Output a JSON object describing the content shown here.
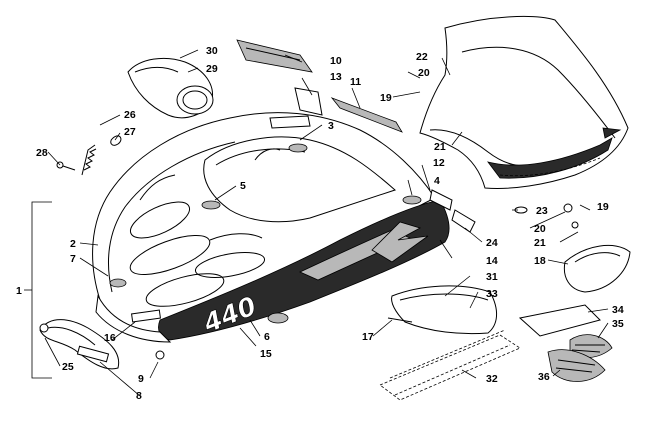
{
  "diagram": {
    "decal_text": "440",
    "callouts": [
      {
        "id": "c1",
        "label": "1"
      },
      {
        "id": "c2",
        "label": "2"
      },
      {
        "id": "c3",
        "label": "3"
      },
      {
        "id": "c4",
        "label": "4"
      },
      {
        "id": "c5",
        "label": "5"
      },
      {
        "id": "c6",
        "label": "6"
      },
      {
        "id": "c7",
        "label": "7"
      },
      {
        "id": "c8",
        "label": "8"
      },
      {
        "id": "c9",
        "label": "9"
      },
      {
        "id": "c10",
        "label": "10"
      },
      {
        "id": "c11",
        "label": "11"
      },
      {
        "id": "c12",
        "label": "12"
      },
      {
        "id": "c13",
        "label": "13"
      },
      {
        "id": "c14",
        "label": "14"
      },
      {
        "id": "c15",
        "label": "15"
      },
      {
        "id": "c16",
        "label": "16"
      },
      {
        "id": "c17",
        "label": "17"
      },
      {
        "id": "c18",
        "label": "18"
      },
      {
        "id": "c19a",
        "label": "19"
      },
      {
        "id": "c19b",
        "label": "19"
      },
      {
        "id": "c20a",
        "label": "20"
      },
      {
        "id": "c20b",
        "label": "20"
      },
      {
        "id": "c21a",
        "label": "21"
      },
      {
        "id": "c21b",
        "label": "21"
      },
      {
        "id": "c22",
        "label": "22"
      },
      {
        "id": "c23",
        "label": "23"
      },
      {
        "id": "c24",
        "label": "24"
      },
      {
        "id": "c25",
        "label": "25"
      },
      {
        "id": "c26",
        "label": "26"
      },
      {
        "id": "c27",
        "label": "27"
      },
      {
        "id": "c28",
        "label": "28"
      },
      {
        "id": "c29",
        "label": "29"
      },
      {
        "id": "c30",
        "label": "30"
      },
      {
        "id": "c31",
        "label": "31"
      },
      {
        "id": "c32",
        "label": "32"
      },
      {
        "id": "c33",
        "label": "33"
      },
      {
        "id": "c34",
        "label": "34"
      },
      {
        "id": "c35",
        "label": "35"
      },
      {
        "id": "c36",
        "label": "36"
      }
    ]
  }
}
